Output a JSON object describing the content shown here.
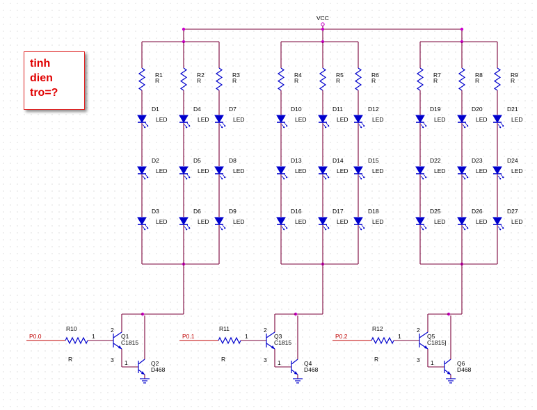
{
  "supply": "VCC",
  "note": {
    "text": "tinh\ndien\ntro=?"
  },
  "colors": {
    "wire": "#7a003a",
    "part": "#0000cc",
    "net": "#c00000",
    "note": "#e00000",
    "junction": "#cc00cc"
  },
  "banks": [
    {
      "resistors": [
        {
          "ref": "R1",
          "value": "R"
        },
        {
          "ref": "R2",
          "value": "R"
        },
        {
          "ref": "R3",
          "value": "R"
        }
      ],
      "leds": [
        [
          "D1",
          "D2",
          "D3"
        ],
        [
          "D4",
          "D5",
          "D6"
        ],
        [
          "D7",
          "D8",
          "D9"
        ]
      ],
      "input": {
        "net": "P0.0",
        "ref": "R10",
        "value": "R"
      },
      "q1": {
        "ref": "Q1",
        "part": "C1815"
      },
      "q2": {
        "ref": "Q2",
        "part": "D468"
      }
    },
    {
      "resistors": [
        {
          "ref": "R4",
          "value": "R"
        },
        {
          "ref": "R5",
          "value": "R"
        },
        {
          "ref": "R6",
          "value": "R"
        }
      ],
      "leds": [
        [
          "D10",
          "D13",
          "D16"
        ],
        [
          "D11",
          "D14",
          "D17"
        ],
        [
          "D12",
          "D15",
          "D18"
        ]
      ],
      "input": {
        "net": "P0.1",
        "ref": "R11",
        "value": "R"
      },
      "q1": {
        "ref": "Q3",
        "part": "C1815"
      },
      "q2": {
        "ref": "Q4",
        "part": "D468"
      }
    },
    {
      "resistors": [
        {
          "ref": "R7",
          "value": "R"
        },
        {
          "ref": "R8",
          "value": "R"
        },
        {
          "ref": "R9",
          "value": "R"
        }
      ],
      "leds": [
        [
          "D19",
          "D22",
          "D25"
        ],
        [
          "D20",
          "D23",
          "D26"
        ],
        [
          "D21",
          "D24",
          "D27"
        ]
      ],
      "input": {
        "net": "P0.2",
        "ref": "R12",
        "value": "R"
      },
      "q1": {
        "ref": "Q5",
        "part": "C1815]"
      },
      "q2": {
        "ref": "Q6",
        "part": "D468"
      }
    }
  ],
  "led_value": "LED",
  "pins": {
    "base": "1",
    "collector": "2",
    "emitter": "3"
  }
}
